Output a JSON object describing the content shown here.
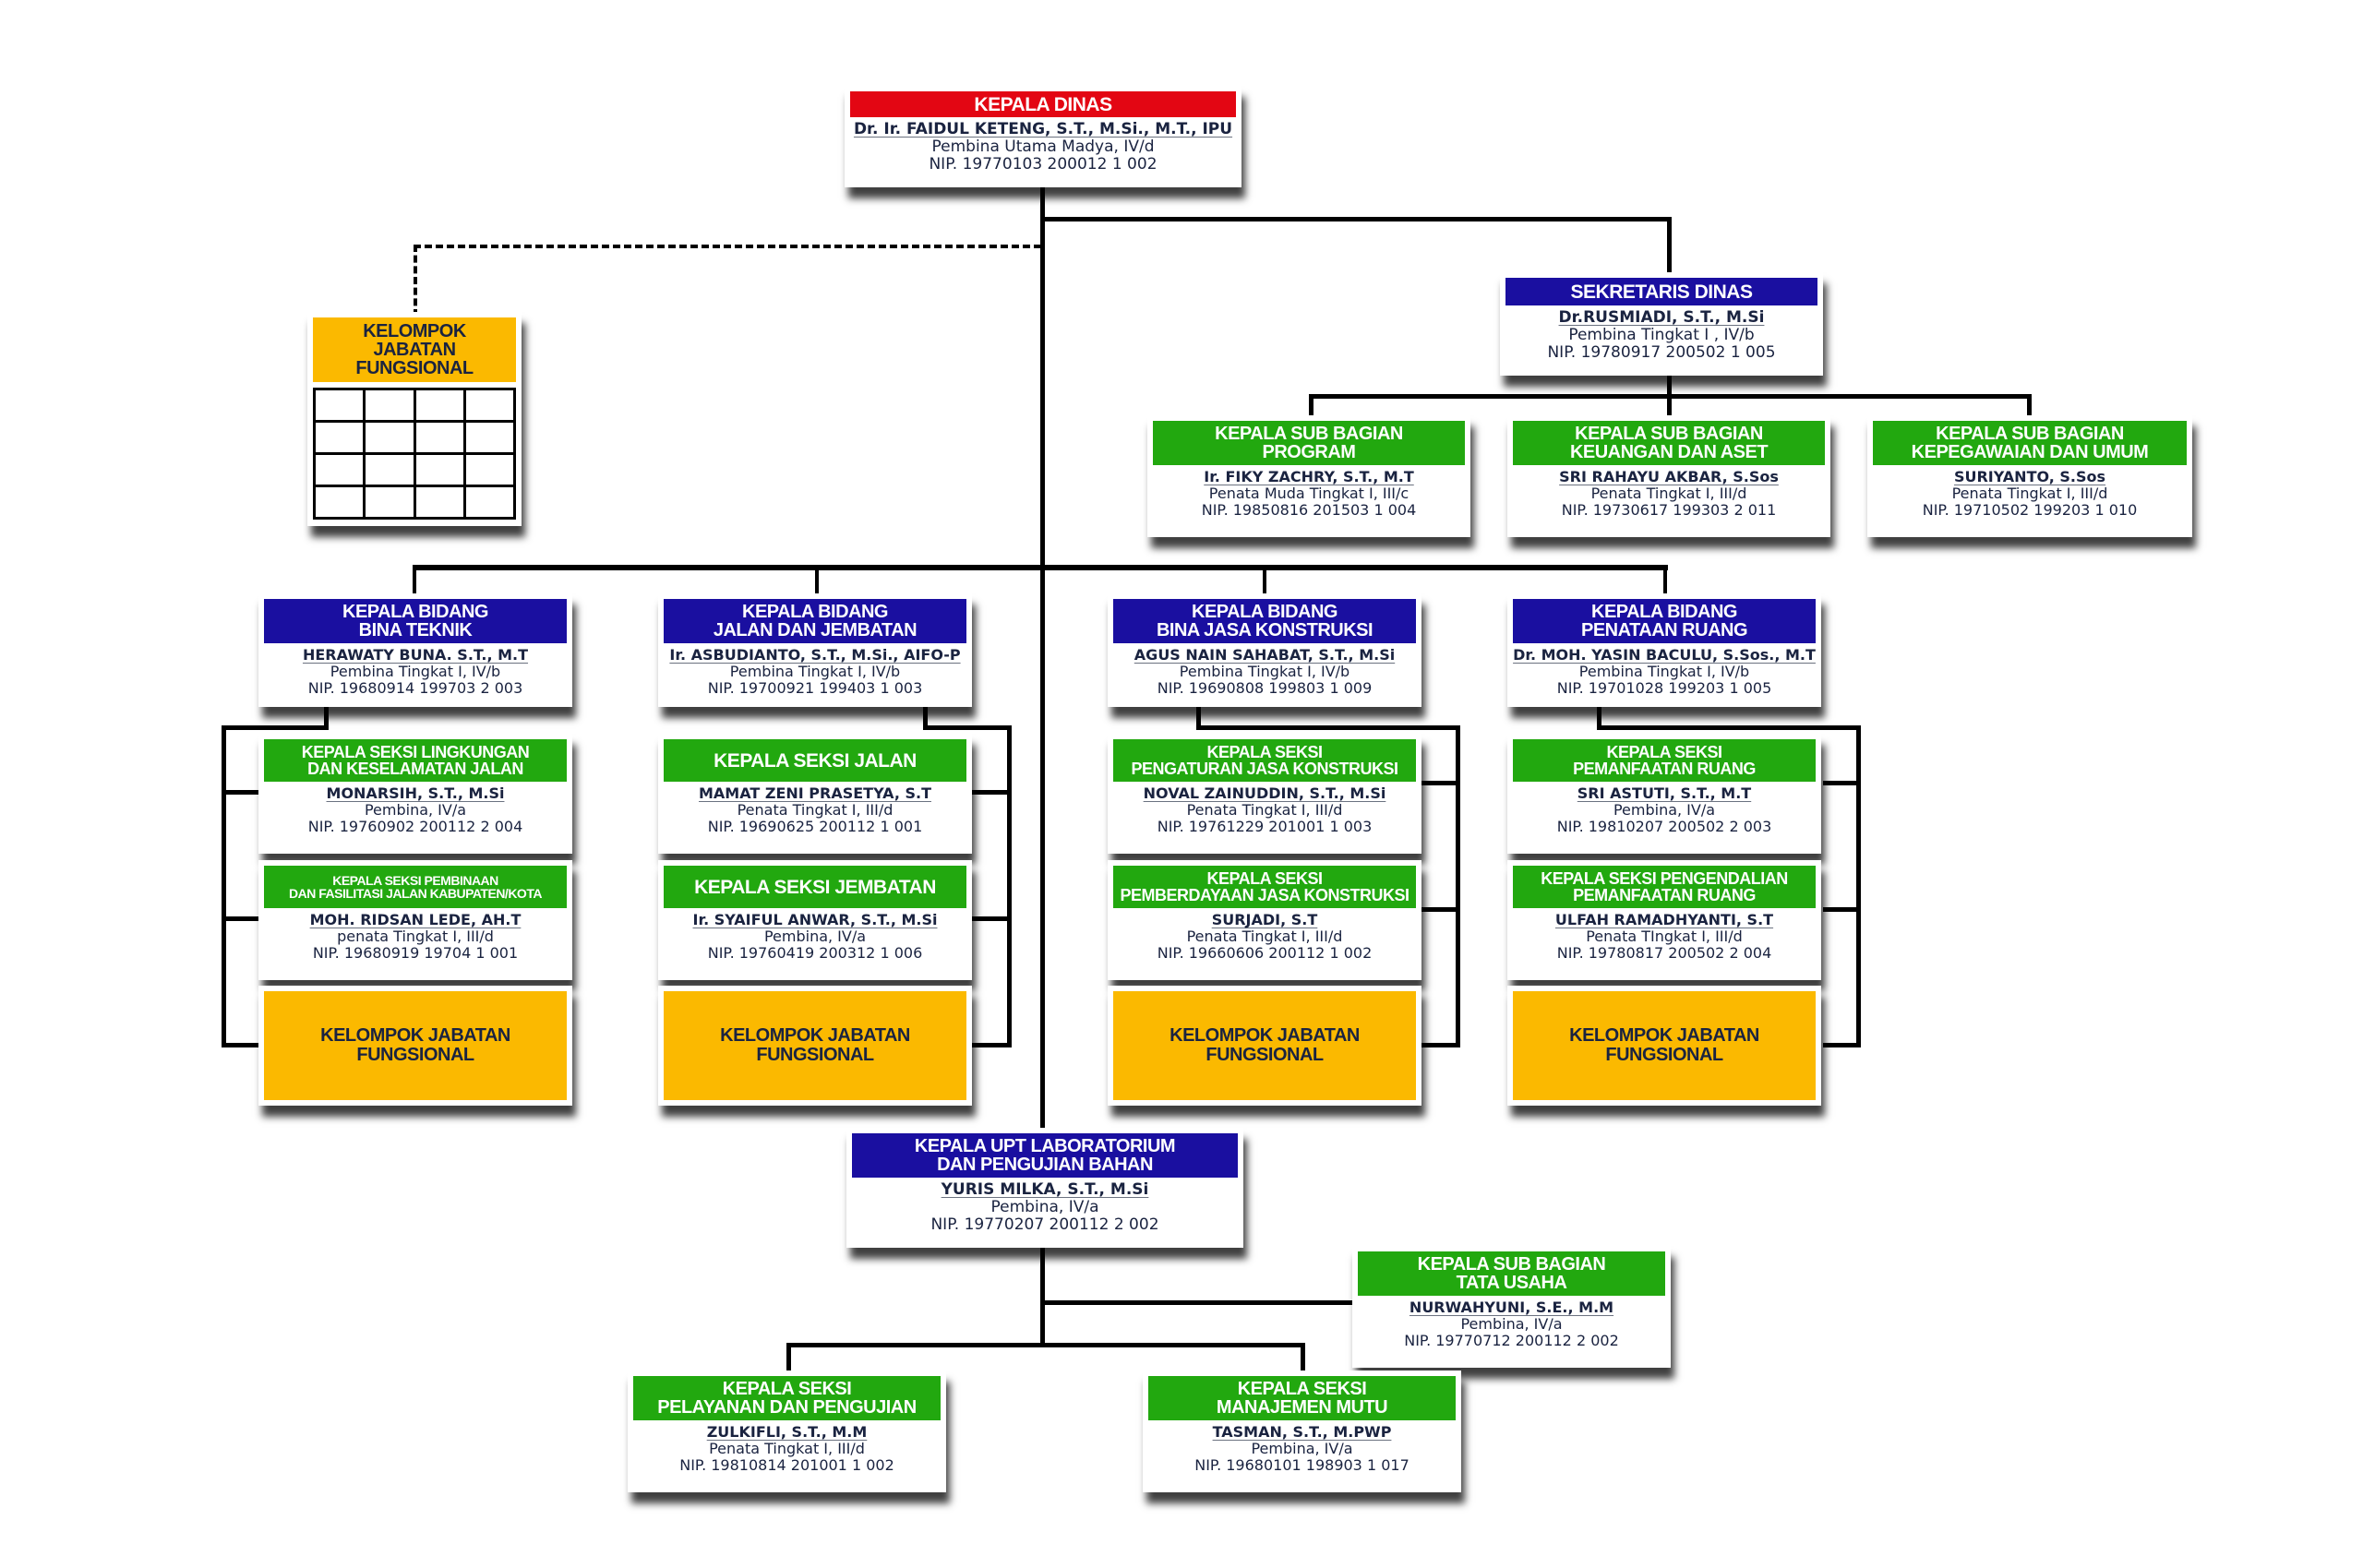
{
  "kepala_dinas": {
    "title": "KEPALA DINAS",
    "name": "Dr. Ir. FAIDUL KETENG, S.T., M.Si., M.T., IPU",
    "rank": "Pembina Utama Madya, IV/d",
    "nip": "NIP. 19770103 200012 1 002",
    "color": "#e30613"
  },
  "sekretaris": {
    "title": "SEKRETARIS DINAS",
    "name": "Dr.RUSMIADI, S.T., M.Si",
    "rank": "Pembina Tingkat I , IV/b",
    "nip": "NIP. 19780917 200502 1 005",
    "color": "#1a0fa0"
  },
  "kjf_top": {
    "title_lines": [
      "KELOMPOK",
      "JABATAN",
      "FUNGSIONAL"
    ]
  },
  "subbagian": [
    {
      "title_lines": [
        "KEPALA SUB BAGIAN",
        "PROGRAM"
      ],
      "name": "Ir. FIKY ZACHRY, S.T., M.T",
      "rank": "Penata Muda Tingkat I, III/c",
      "nip": "NIP. 19850816 201503 1 004"
    },
    {
      "title_lines": [
        "KEPALA SUB BAGIAN",
        "KEUANGAN DAN ASET"
      ],
      "name": "SRI RAHAYU AKBAR, S.Sos",
      "rank": "Penata Tingkat I, III/d",
      "nip": "NIP. 19730617 199303 2 011"
    },
    {
      "title_lines": [
        "KEPALA SUB BAGIAN",
        "KEPEGAWAIAN DAN UMUM"
      ],
      "name": "SURIYANTO, S.Sos",
      "rank": "Penata Tingkat I, III/d",
      "nip": "NIP. 19710502 199203 1 010"
    }
  ],
  "bidang": [
    {
      "title_lines": [
        "KEPALA BIDANG",
        "BINA TEKNIK"
      ],
      "name": "HERAWATY BUNA. S.T., M.T",
      "rank": "Pembina Tingkat I, IV/b",
      "nip": "NIP. 19680914 199703 2 003",
      "seksi": [
        {
          "title_lines": [
            "KEPALA SEKSI LINGKUNGAN",
            "DAN KESELAMATAN JALAN"
          ],
          "name": "MONARSIH, S.T., M.Si",
          "rank": "Pembina, IV/a",
          "nip": "NIP. 19760902 200112 2 004"
        },
        {
          "title_lines": [
            "KEPALA SEKSI PEMBINAAN",
            "DAN FASILITASI JALAN KABUPATEN/KOTA"
          ],
          "name": "MOH. RIDSAN LEDE, AH.T",
          "rank": "penata Tingkat I, III/d",
          "nip": "NIP. 19680919 19704 1 001"
        }
      ],
      "kjf": [
        "KELOMPOK JABATAN",
        "FUNGSIONAL"
      ]
    },
    {
      "title_lines": [
        "KEPALA BIDANG",
        "JALAN DAN JEMBATAN"
      ],
      "name": "Ir. ASBUDIANTO, S.T., M.Si., AIFO-P",
      "rank": "Pembina Tingkat I, IV/b",
      "nip": "NIP. 19700921 199403 1 003",
      "seksi": [
        {
          "title_lines": [
            "KEPALA SEKSI JALAN"
          ],
          "name": "MAMAT ZENI PRASETYA, S.T",
          "rank": "Penata Tingkat I, III/d",
          "nip": "NIP. 19690625 200112 1 001"
        },
        {
          "title_lines": [
            "KEPALA SEKSI JEMBATAN"
          ],
          "name": "Ir. SYAIFUL ANWAR, S.T., M.Si",
          "rank": "Pembina, IV/a",
          "nip": "NIP. 19760419 200312 1 006"
        }
      ],
      "kjf": [
        "KELOMPOK JABATAN",
        "FUNGSIONAL"
      ]
    },
    {
      "title_lines": [
        "KEPALA BIDANG",
        "BINA JASA KONSTRUKSI"
      ],
      "name": "AGUS NAIN SAHABAT, S.T., M.Si",
      "rank": "Pembina Tingkat I, IV/b",
      "nip": "NIP. 19690808 199803 1 009",
      "seksi": [
        {
          "title_lines": [
            "KEPALA SEKSI",
            "PENGATURAN JASA KONSTRUKSI"
          ],
          "name": "NOVAL ZAINUDDIN, S.T., M.Si",
          "rank": "Penata Tingkat I, III/d",
          "nip": "NIP. 19761229 201001 1 003"
        },
        {
          "title_lines": [
            "KEPALA SEKSI",
            "PEMBERDAYAAN JASA KONSTRUKSI"
          ],
          "name": "SURJADI, S.T",
          "rank": "Penata Tingkat I, III/d",
          "nip": "NIP. 19660606 200112 1 002"
        }
      ],
      "kjf": [
        "KELOMPOK JABATAN",
        "FUNGSIONAL"
      ]
    },
    {
      "title_lines": [
        "KEPALA BIDANG",
        "PENATAAN RUANG"
      ],
      "name": "Dr. MOH. YASIN BACULU, S.Sos., M.T",
      "rank": "Pembina Tingkat I, IV/b",
      "nip": "NIP. 19701028 199203 1 005",
      "seksi": [
        {
          "title_lines": [
            "KEPALA SEKSI",
            "PEMANFAATAN RUANG"
          ],
          "name": "SRI ASTUTI, S.T., M.T",
          "rank": "Pembina, IV/a",
          "nip": "NIP. 19810207 200502 2 003"
        },
        {
          "title_lines": [
            "KEPALA SEKSI PENGENDALIAN",
            "PEMANFAATAN RUANG"
          ],
          "name": "ULFAH RAMADHYANTI, S.T",
          "rank": "Penata TIngkat I, III/d",
          "nip": "NIP. 19780817 200502 2 004"
        }
      ],
      "kjf": [
        "KELOMPOK JABATAN",
        "FUNGSIONAL"
      ]
    }
  ],
  "upt": {
    "title_lines": [
      "KEPALA UPT LABORATORIUM",
      "DAN PENGUJIAN BAHAN"
    ],
    "name": "YURIS MILKA, S.T., M.Si",
    "rank": "Pembina, IV/a",
    "nip": "NIP. 19770207 200112 2 002"
  },
  "tata_usaha": {
    "title_lines": [
      "KEPALA SUB BAGIAN",
      "TATA USAHA"
    ],
    "name": "NURWAHYUNI, S.E., M.M",
    "rank": "Pembina, IV/a",
    "nip": "NIP. 19770712 200112 2 002"
  },
  "upt_seksi": [
    {
      "title_lines": [
        "KEPALA SEKSI",
        "PELAYANAN DAN PENGUJIAN"
      ],
      "name": "ZULKIFLI, S.T., M.M",
      "rank": "Penata Tingkat I, III/d",
      "nip": "NIP. 19810814 201001 1 002"
    },
    {
      "title_lines": [
        "KEPALA SEKSI",
        "MANAJEMEN MUTU"
      ],
      "name": "TASMAN, S.T., M.PWP",
      "rank": "Pembina, IV/a",
      "nip": "NIP. 19680101 198903 1 017"
    }
  ],
  "colors": {
    "red": "#e30613",
    "blue": "#1a0fa0",
    "green": "#22a80f",
    "yellow": "#fbb900",
    "text": "#1a2340"
  }
}
